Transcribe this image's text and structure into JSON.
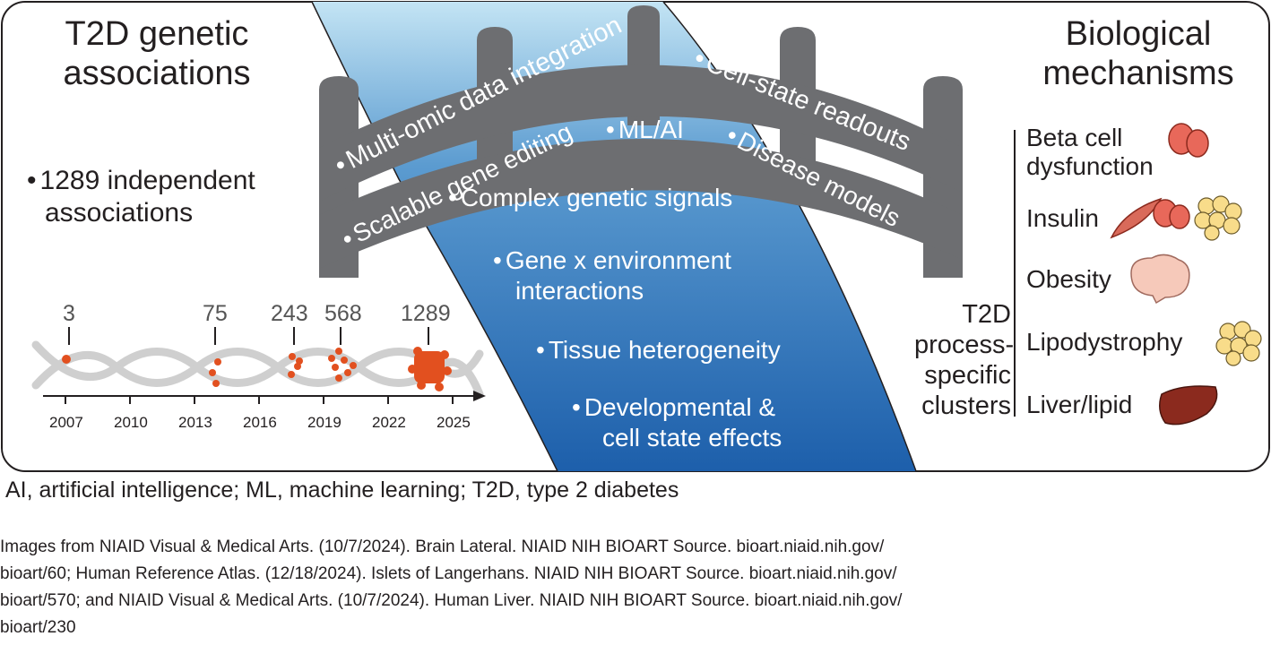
{
  "left_panel": {
    "title": "T2D genetic\nassociations",
    "title_line1": "T2D genetic",
    "title_line2": "associations",
    "stat_line1": "1289 independent",
    "stat_line2": "associations",
    "timeline": {
      "years": [
        "2007",
        "2010",
        "2013",
        "2016",
        "2019",
        "2022",
        "2025"
      ],
      "counts": [
        "3",
        "75",
        "243",
        "568",
        "1289"
      ]
    }
  },
  "bridge": {
    "upper_arc": [
      "Multi-omic data integration",
      "Cell-state readouts"
    ],
    "lower_arc": [
      "Scalable gene editing",
      "ML/AI",
      "Disease models"
    ]
  },
  "river": {
    "items": [
      "Complex genetic signals",
      "Gene x environment",
      "interactions",
      "Tissue heterogeneity",
      "Developmental &",
      "cell state effects"
    ]
  },
  "right_panel": {
    "title_line1": "Biological",
    "title_line2": "mechanisms",
    "cluster_label": [
      "T2D",
      "process-",
      "specific",
      "clusters"
    ],
    "mechanisms": [
      "Beta cell",
      "dysfunction",
      "Insulin",
      "Obesity",
      "Lipodystrophy",
      "Liver/lipid"
    ]
  },
  "abbreviations": "AI, artificial intelligence; ML, machine learning; T2D, type 2 diabetes",
  "credits": [
    "Images from NIAID Visual & Medical Arts. (10/7/2024). Brain Lateral. NIAID NIH BIOART Source. bioart.niaid.nih.gov/",
    "bioart/60; Human Reference Atlas. (12/18/2024). Islets of Langerhans. NIAID NIH BIOART Source. bioart.niaid.nih.gov/",
    "bioart/570; and NIAID Visual & Medical Arts. (10/7/2024). Human Liver. NIAID NIH BIOART Source. bioart.niaid.nih.gov/",
    "bioart/230"
  ],
  "colors": {
    "river_top": "#c8e6f4",
    "river_bottom": "#1f62ad",
    "bridge": "#6d6e71",
    "dots": "#e2501f",
    "dna": "#cfcfcf",
    "liver": "#8b2a1e",
    "islet": "#f5d67a",
    "brain": "#f4c2b5"
  },
  "icons": [
    "pancreas-cell-icon",
    "muscle-icon",
    "islet-cluster-icon",
    "brain-icon",
    "liver-icon"
  ]
}
